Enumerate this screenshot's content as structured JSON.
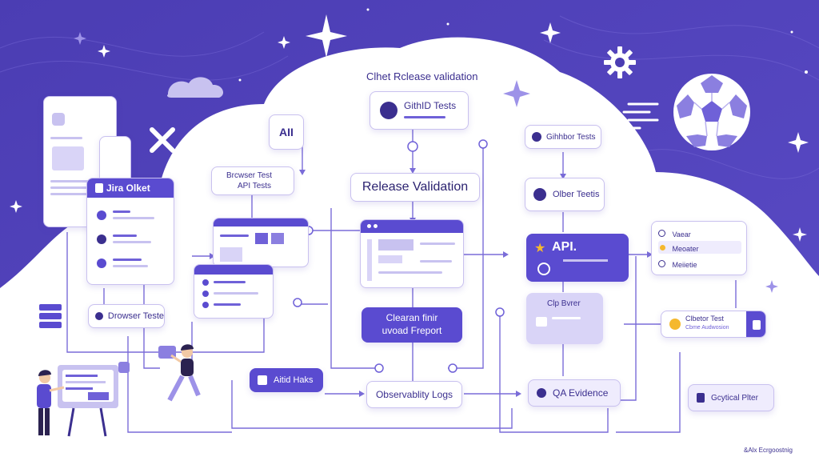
{
  "header": {
    "title": "Clhet Rclease validation"
  },
  "center": {
    "github_tests": "GithID Tests",
    "main_title": "Release Validation",
    "report_line1": "Clearan finir",
    "report_line2": "uvoad Freport"
  },
  "left": {
    "jira_card": "Jira Olket",
    "browser_api_line1": "Brcwser Test",
    "browser_api_line2": "API Tests",
    "browser_tests": "Drowser Teste",
    "stack_badge": "AII"
  },
  "right": {
    "github_tests2": "Gihhbor Tests",
    "other_tests": "Olber Teetis",
    "api_label": "API.",
    "cip_label": "Clp Bvrer",
    "list_items": [
      "Vaear",
      "Meoater",
      "Meiietie"
    ],
    "sidebar_title": "Clbetor Test",
    "sidebar_sub": "Cbme Audwosion",
    "bottom_right": "Gcytical Plter"
  },
  "bottom": {
    "artifacts": "Aitid Haks",
    "observability": "Observablity Logs",
    "qa_evidence": "QA Evidence"
  },
  "footer": {
    "brand": "&Alx Ecrgoostnig"
  },
  "icons": [
    "close-icon",
    "gear-icon",
    "sparkle-icon",
    "cloud-icon",
    "stack-icon",
    "soccer-ball-icon",
    "menu-lines-icon",
    "shield-icon"
  ],
  "colors": {
    "primary": "#5a4bd0",
    "dark_bg": "#4a3aa8",
    "light": "#efecfd",
    "accent": "#f5b82e"
  }
}
